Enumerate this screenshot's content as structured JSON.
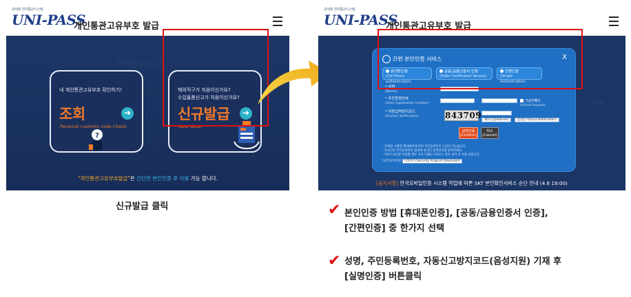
{
  "left_screen": {
    "logo_small": "관세청 전자통관시스템",
    "logo": "UNI-PASS",
    "title": "개인통관고유부호 발급",
    "bg_ghost": "수입통관신고",
    "card_view": {
      "desc": "내 개인통관고유부호 확인하기!",
      "big": "조회",
      "sub": "Personal customs code Check"
    },
    "card_issue": {
      "desc_line1": "해외직구가 처음이신가요?",
      "desc_line2": "수입물품신고가 처음이신가요?",
      "big": "신규발급",
      "sub": "New issue"
    },
    "footer": {
      "part1": "\"개인통관고유부호발급\"",
      "part2": "은 ",
      "part3": "간단한 본인인증 후 이용",
      "part4": " 가능 합니다."
    }
  },
  "caption_left": "신규발급  클릭",
  "right_screen": {
    "logo_small": "관세청 전자통관시스템",
    "logo": "UNI-PASS",
    "title": "개인통관고유부호 발급",
    "modal": {
      "title": "간편 본인인증 서비스",
      "close": "X",
      "options": [
        {
          "ko": "휴대폰인증",
          "en": "(Cell Phone authentication)"
        },
        {
          "ko": "공동/금융인증서 인증",
          "en": "(Public Certification Service)"
        },
        {
          "ko": "간편인증",
          "en": "(Simple Authentication)"
        }
      ],
      "name_label": "성명",
      "name_en": "(Name)",
      "reg_label": "주민등록번호",
      "reg_en": "(Alien registration number)",
      "reg_dash": "-",
      "vkeypad": "가상키패드",
      "vkeypad_en": "(Virtual keypad)",
      "captcha_label": "자동입력방지코드",
      "captcha_en": "(Human Verification)",
      "captcha_text": "843709",
      "refresh_btn": "새로고침(Refresh)",
      "voice_btn": "음성듣기(Voice Notification)",
      "confirm_ko": "실명인증",
      "confirm_en": "(Confirm)",
      "cancel_ko": "취소",
      "cancel_en": "(Cancel)",
      "notes": [
        "- 관세법 시행령 제288조에 따라 주민등록번호 수집이 가능합니다.",
        "- 외국인은 주민등록번호 항목에 외국인 등록번호를 입력하세요.",
        "- 키보드보안을 이용할 경우 프로그램을 다운로드 받아 설치 후 이용 바랍니다."
      ],
      "install_label": "[보안설치파일]",
      "download_btn": "다운로드(Security Program Download)"
    },
    "notice": {
      "tag": "[공지사항]",
      "text": " 한국모바일인증 시스템 작업에 따른 SKT 본인확인서비스 순단 안내 (4.6 19:00)"
    }
  },
  "instructions": [
    {
      "line1": "본인인증 방법 [휴대폰인증], [공동/금융인증서 인증],",
      "line2": "[간편인증] 중 한가지 선택"
    },
    {
      "line1": "성명, 주민등록번호, 자동신고방지코드(음성지원) 기재 후",
      "line2": "[실명인증] 버튼클릭"
    }
  ],
  "check_mark": "✔",
  "colors": {
    "navy": "#1b3564",
    "accent_orange": "#f07a2a",
    "highlight_red": "#e01010",
    "modal_blue": "#1f6fc4",
    "arrow_yellow": "#f5c518"
  }
}
